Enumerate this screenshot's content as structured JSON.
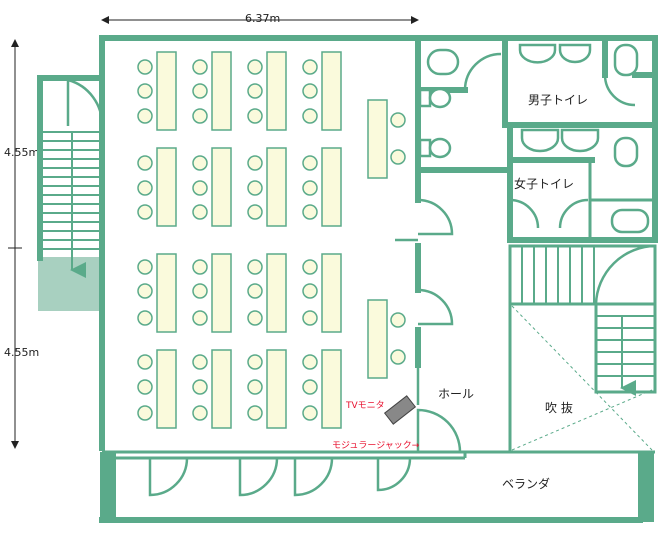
{
  "dimensions": {
    "width": "6.37m",
    "height_upper": "4.55m",
    "height_lower": "4.55m"
  },
  "rooms": {
    "mens_toilet": "男子トイレ",
    "womens_toilet": "女子トイレ",
    "hall": "ホール",
    "atrium": "吹 抜",
    "veranda": "ベランダ"
  },
  "equipment": {
    "tv_monitor": "TVモニタ",
    "modular_jack": "モジュラージャック→"
  },
  "colors": {
    "wall": "#5aaa8a",
    "desk": "#fafadc",
    "label_red": "#e8102e",
    "stair_landing": "#a8d0c0"
  }
}
